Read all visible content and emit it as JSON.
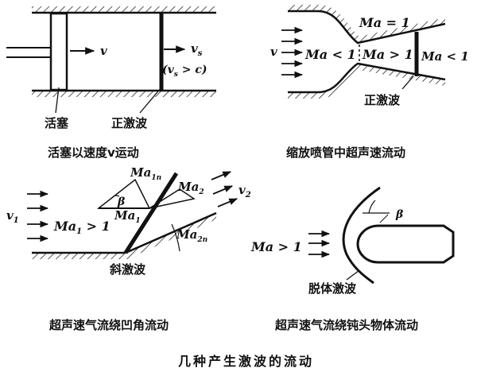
{
  "figure_title": "几种产生激波的流动",
  "panels": {
    "piston": {
      "caption": "活塞以速度v运动",
      "piston_label": "活塞",
      "shock_label": "正激波",
      "v_label": "v",
      "vs_label": "v",
      "vs_sub": "s",
      "cond_open": "(v",
      "cond_sub": "s",
      "cond_rest": " > c)"
    },
    "nozzle": {
      "caption": "缩放喷管中超声速流动",
      "ma_eq": "Ma = 1",
      "ma_lt_left": "Ma < 1",
      "ma_gt": "Ma > 1",
      "ma_lt_right": "Ma < 1",
      "v_label": "v",
      "shock_label": "正激波"
    },
    "wedge": {
      "caption": "超声速气流绕凹角流动",
      "v1": "v",
      "v1_sub": "1",
      "v2": "v",
      "v2_sub": "2",
      "ma1": "Ma",
      "ma1_sub": "1",
      "ma1_gt": "Ma",
      "ma1_gt_sub": "1",
      "ma1_gt_rest": " > 1",
      "ma1n": "Ma",
      "ma1n_sub": "1n",
      "ma2": "Ma",
      "ma2_sub": "2",
      "ma2n": "Ma",
      "ma2n_sub": "2n",
      "beta": "β",
      "shock_label": "斜激波"
    },
    "blunt": {
      "caption": "超声速气流绕钝头物体流动",
      "ma_gt": "Ma > 1",
      "beta": "β",
      "shock_label": "脱体激波"
    }
  }
}
